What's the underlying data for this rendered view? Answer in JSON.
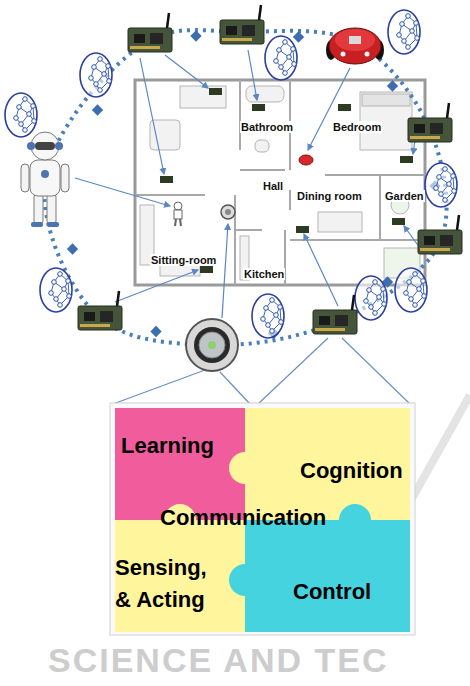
{
  "diagram": {
    "nodes": [
      {
        "text": [
          "Learning"
        ]
      },
      {
        "text": [
          "Cognition"
        ]
      },
      {
        "text": [
          "Sensing, & Acting"
        ]
      },
      {
        "text": [
          "Control"
        ]
      }
    ],
    "edges": [],
    "labels": [
      "Bathroom",
      "Bedroom",
      "Garden",
      "Dining room",
      "Hall",
      "Sitting-room",
      "Kitchen",
      "Communication",
      "SCIENCE AND TEC"
    ]
  }
}
